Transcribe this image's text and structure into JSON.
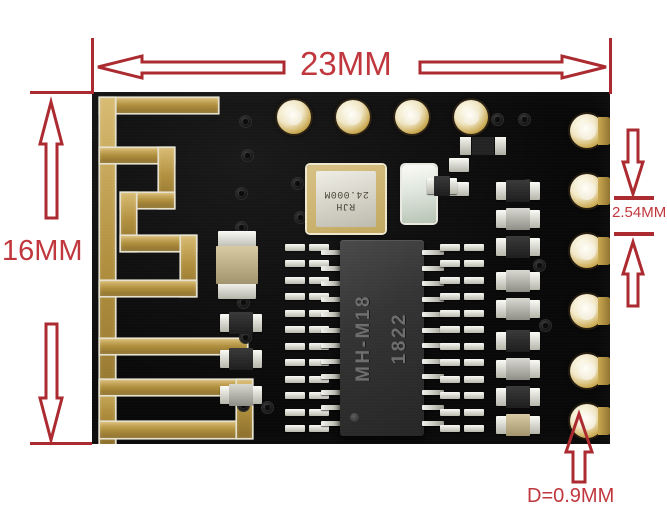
{
  "image": {
    "subject": "MH-M18 bluetooth audio module PCB — dimensioned product photo",
    "background_color": "#ffffff",
    "annotation_color": "#ab2b30"
  },
  "annotations": {
    "width_label": "23MM",
    "height_label": "16MM",
    "pitch_label": "2.54MM",
    "hole_diameter_label": "D=0.9MM"
  },
  "board": {
    "solder_mask_color": "#0a0a0a",
    "plating_color": "#c9a851",
    "top_holes_count": 4,
    "right_holes_count": 6,
    "antenna_type": "meander-pcb-antenna"
  },
  "components": {
    "crystal": {
      "line1": "24.000M",
      "line2": "RJH"
    },
    "main_ic": {
      "part_number": "MH-M18",
      "date_code": "1822",
      "pin_count_per_side": 12
    }
  }
}
